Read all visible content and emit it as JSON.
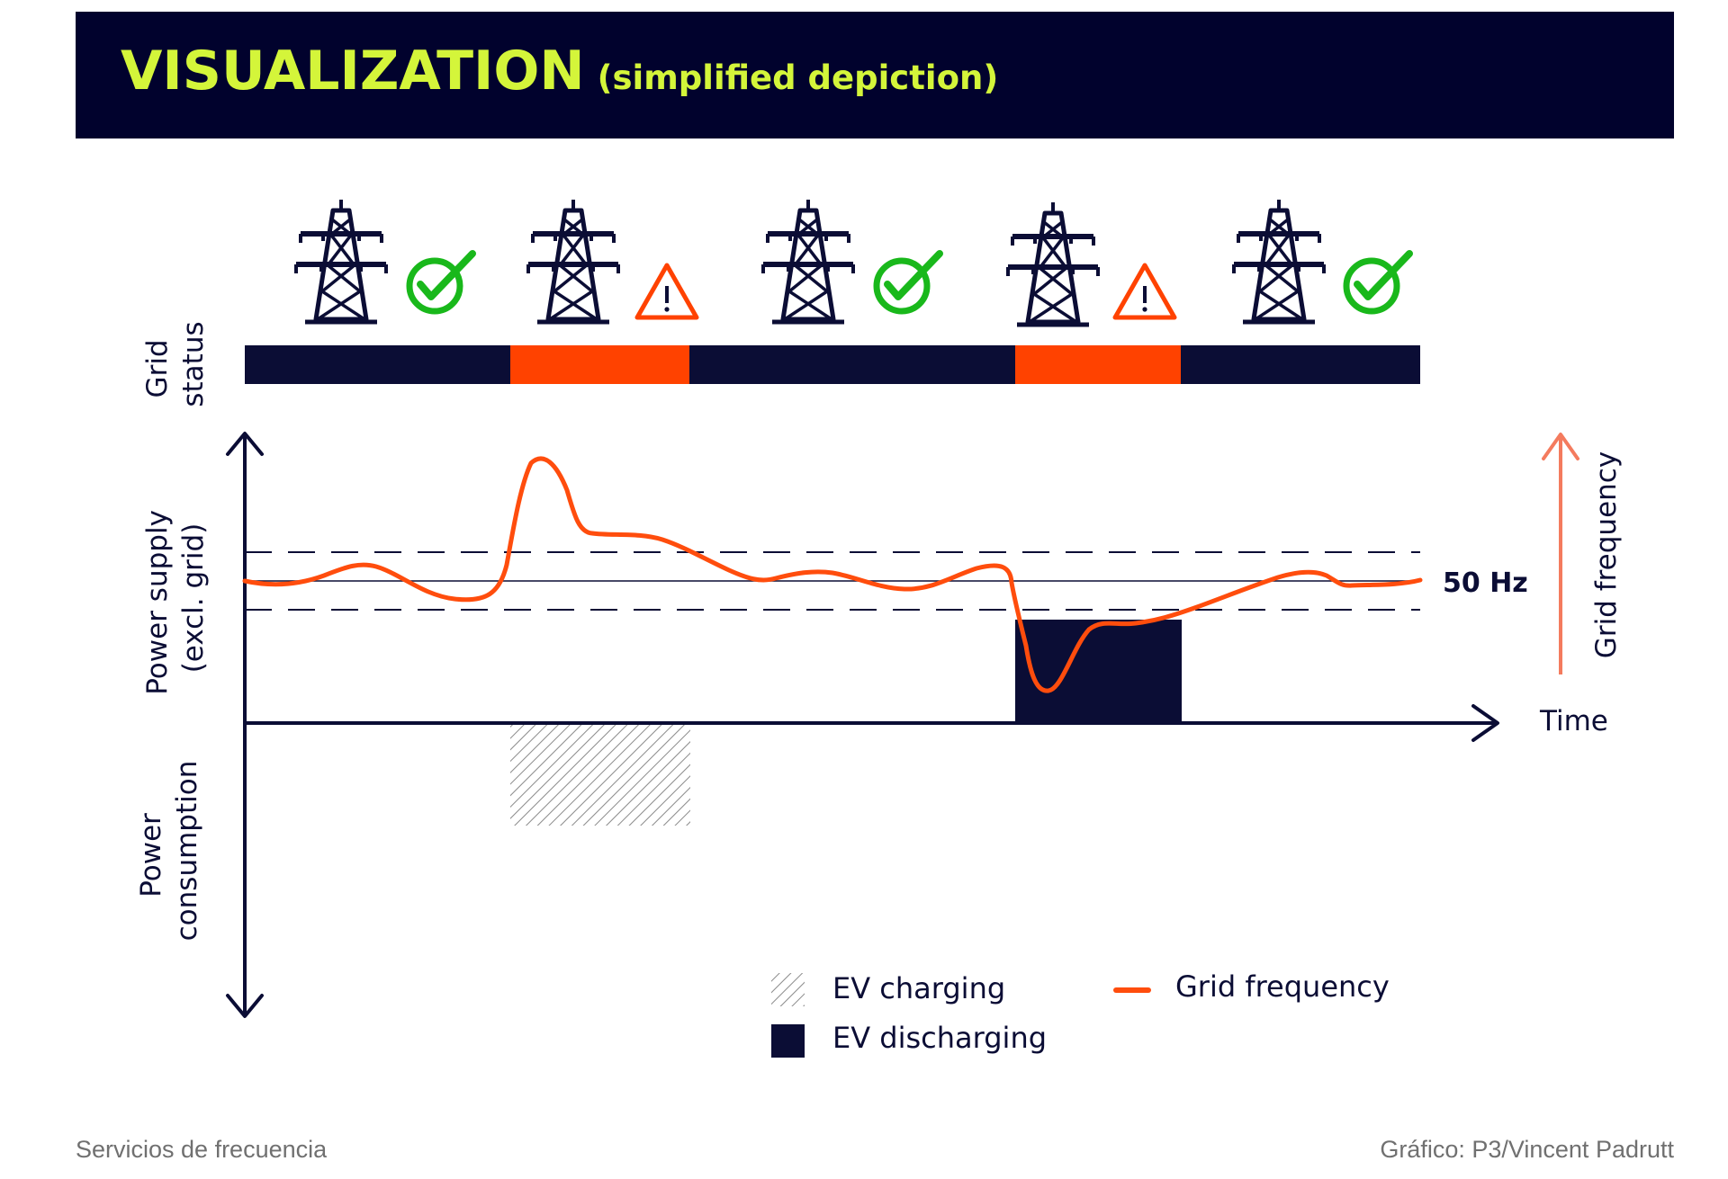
{
  "header": {
    "title": "VISUALIZATION",
    "subtitle": "(simplified depiction)"
  },
  "labels": {
    "grid_status": [
      "Grid",
      "status"
    ],
    "power_supply": [
      "Power supply",
      "(excl. grid)"
    ],
    "power_consumption": [
      "Power",
      "consumption"
    ],
    "grid_frequency_axis": "Grid frequency",
    "time_axis": "Time",
    "reference_line": "50 Hz"
  },
  "grid_status_segments": [
    {
      "state": "ok"
    },
    {
      "state": "warning"
    },
    {
      "state": "ok"
    },
    {
      "state": "warning"
    },
    {
      "state": "ok"
    }
  ],
  "icons": {
    "tower": "power-tower-icon",
    "ok": "check-circle-icon",
    "warning": "warning-triangle-icon"
  },
  "legend": {
    "ev_charging": "EV charging",
    "ev_discharging": "EV discharging",
    "grid_frequency": "Grid frequency"
  },
  "footer": {
    "left": "Servicios de frecuencia",
    "right": "Gráfico: P3/Vincent Padrutt"
  },
  "colors": {
    "navy": "#0b0d35",
    "header_bg": "#01022d",
    "accent_title": "#d4f53a",
    "warning_orange": "#ff4200",
    "frequency_line": "#ff4d0d",
    "frequency_arrow": "#f47b5e",
    "ok_green": "#19b81b",
    "hatch_gray": "#8a8a8a"
  }
}
